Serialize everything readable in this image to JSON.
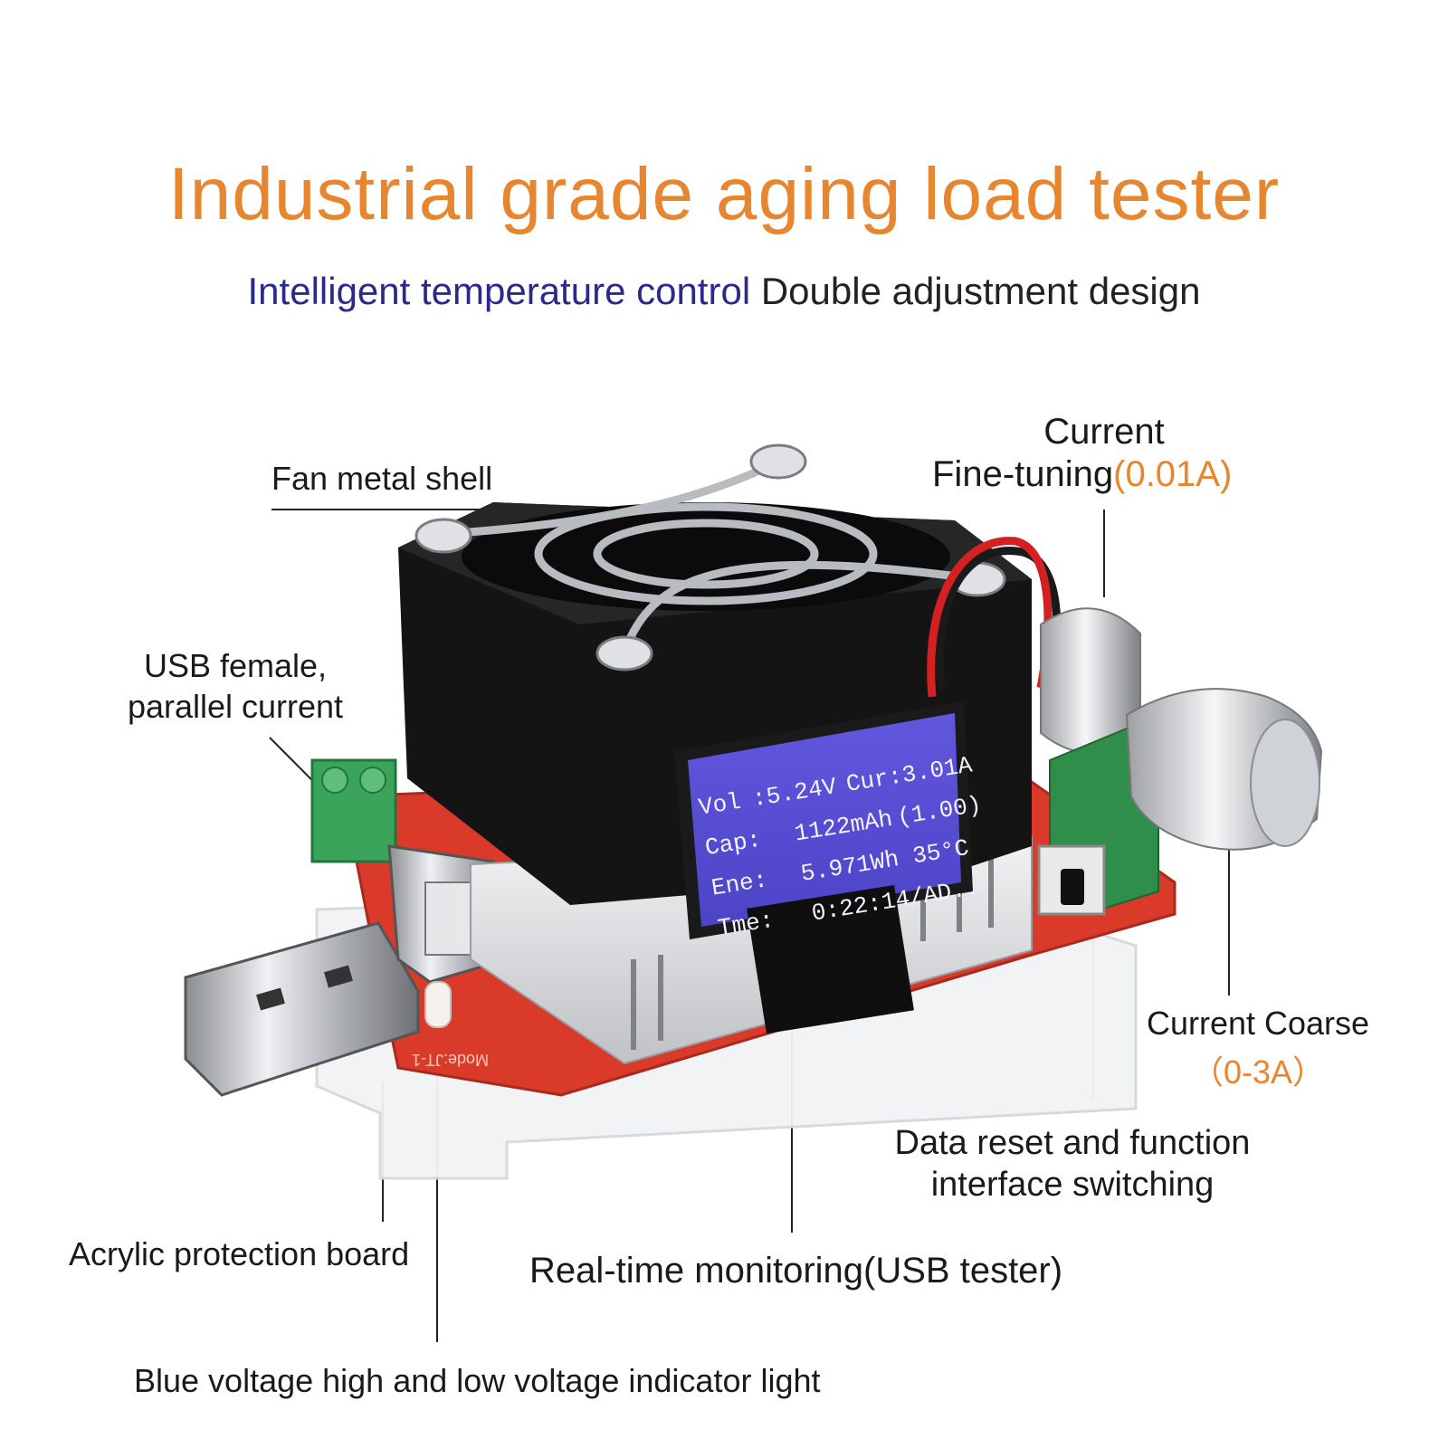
{
  "header": {
    "title": "Industrial grade aging load tester",
    "subtitle_blue": "Intelligent temperature control",
    "subtitle_dark": "Double adjustment design"
  },
  "callouts": {
    "fan_shell": "Fan metal shell",
    "fine_tuning_line1": "Current",
    "fine_tuning_line2": "Fine-tuning",
    "fine_tuning_range": "(0.01A)",
    "usb_female_line1": "USB female,",
    "usb_female_line2": "parallel current",
    "coarse_label": "Current Coarse",
    "coarse_range": "（0-3A）",
    "reset_line1": "Data reset and function",
    "reset_line2": "interface switching",
    "acrylic": "Acrylic protection board",
    "monitoring": "Real-time monitoring(USB tester)",
    "indicator": "Blue voltage high and low voltage indicator light"
  },
  "lcd": {
    "row1_label": "Vol",
    "row1_value": ":5.24V",
    "row1_extra": "Cur:3.01A",
    "row2_label": "Cap:",
    "row2_value": "1122mAh",
    "row2_extra": "(1.00)",
    "row3_label": "Ene:",
    "row3_value": "5.971Wh",
    "row3_extra": "35°C",
    "row4_label": "Tme:",
    "row4_value": "0:22:14/AD.."
  },
  "board_marking": "Mode:JT-1",
  "colors": {
    "title": "#e8862f",
    "subtitle_blue": "#2a2a8c",
    "lcd_bg": "#5b4fd6",
    "pcb": "#d93a2a",
    "terminal": "#3aa55a"
  }
}
